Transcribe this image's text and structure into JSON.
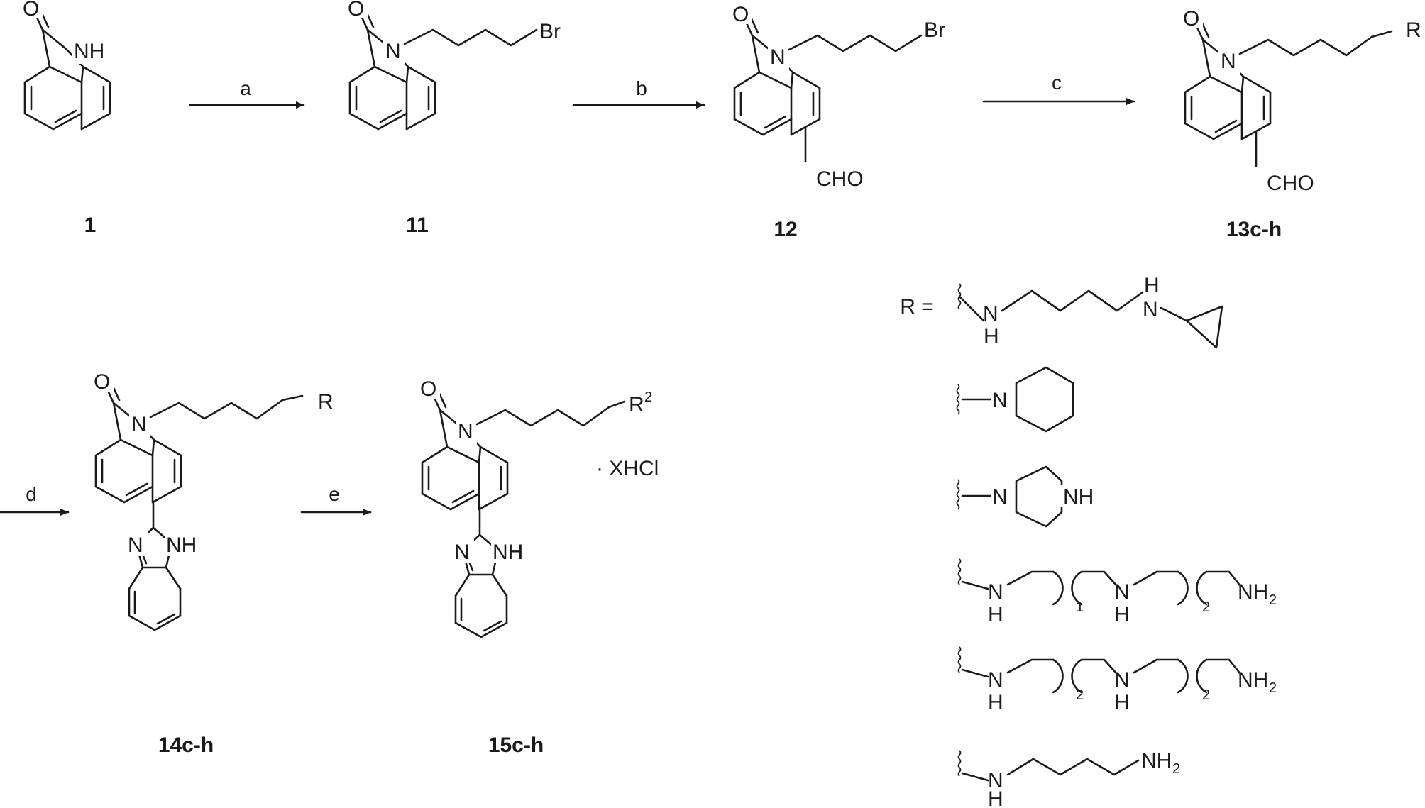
{
  "compounds": {
    "c1": "1",
    "c11": "11",
    "c12": "12",
    "c13": "13c-h",
    "c14": "14c-h",
    "c15": "15c-h"
  },
  "atoms": {
    "O": "O",
    "NH": "NH",
    "N": "N",
    "H": "H",
    "Br": "Br",
    "CHO": "CHO",
    "R": "R",
    "NH2_main": "NH",
    "NH2_sub": "2",
    "R2_main": "R",
    "R2_sup": "2",
    "salt": "· XHCl"
  },
  "arrows": {
    "a": "a",
    "b": "b",
    "c": "c",
    "d": "d",
    "e": "e"
  },
  "r_groups": {
    "label": "R =",
    "repeat_1": "1",
    "repeat_2": "2"
  }
}
